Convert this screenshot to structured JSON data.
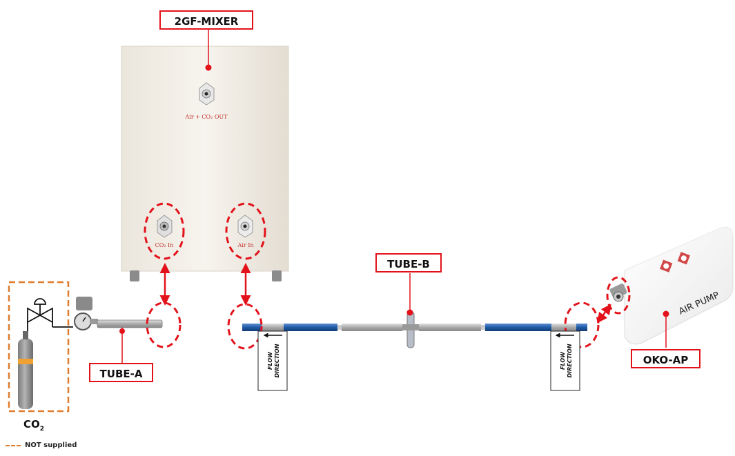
{
  "labels": {
    "mixer": "2GF-MIXER",
    "tube_a": "TUBE-A",
    "tube_b": "TUBE-B",
    "oko_ap": "OKO-AP"
  },
  "mixer_ports": {
    "out": "Air + CO₂ OUT",
    "co2_in": "CO₂ In",
    "air_in": "Air In"
  },
  "flow_direction": [
    "FLOW",
    "DIRECTION"
  ],
  "pump_text": "AIR PUMP",
  "co2": {
    "main": "CO",
    "sub": "2"
  },
  "legend": {
    "not_supplied": "NOT supplied"
  },
  "colors": {
    "accent_red": "#e3121a",
    "not_supplied_orange": "#e07c2e",
    "tube_blue": "#1f5aa6",
    "tube_grey": "#b9b9b9"
  }
}
